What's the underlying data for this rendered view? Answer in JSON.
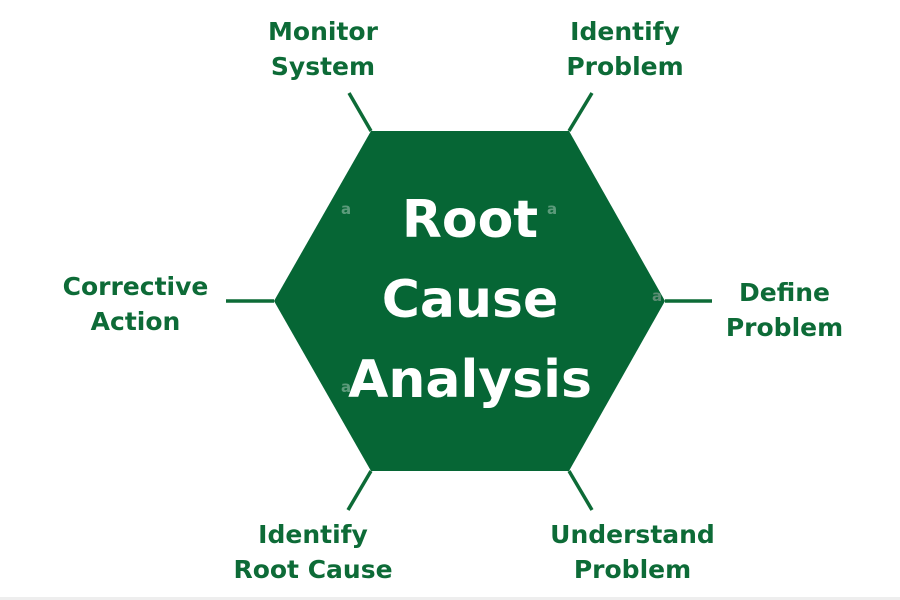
{
  "center": {
    "lines": [
      "Root",
      "Cause",
      "Analysis"
    ]
  },
  "steps": [
    {
      "id": "monitor",
      "lines": [
        "Monitor",
        "System"
      ]
    },
    {
      "id": "identify",
      "lines": [
        "Identify",
        "Problem"
      ]
    },
    {
      "id": "define",
      "lines": [
        "Define",
        "Problem"
      ]
    },
    {
      "id": "understand",
      "lines": [
        "Understand",
        "Problem"
      ]
    },
    {
      "id": "root",
      "lines": [
        "Identify",
        "Root Cause"
      ]
    },
    {
      "id": "corrective",
      "lines": [
        "Corrective",
        "Action"
      ]
    }
  ],
  "colors": {
    "hexagon": "#066635",
    "text": "#0d6b37",
    "center_text": "#ffffff"
  }
}
